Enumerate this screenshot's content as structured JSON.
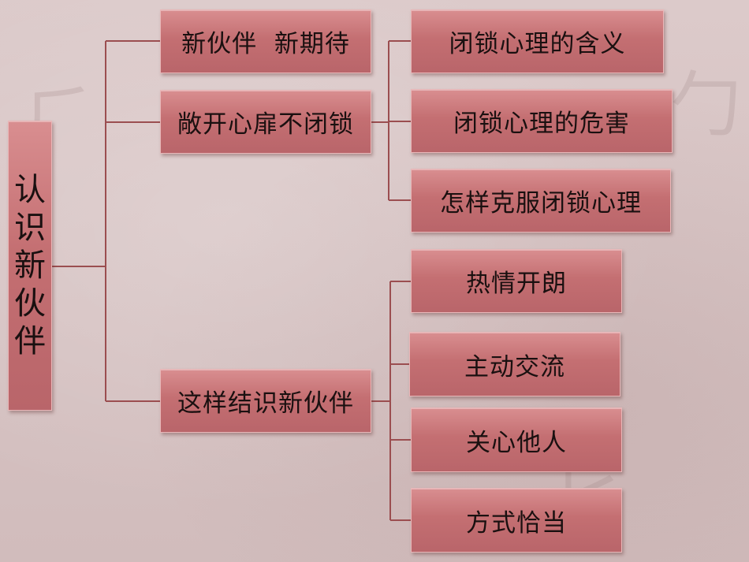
{
  "root": {
    "chars": [
      "认",
      "识",
      "新",
      "伙",
      "伴"
    ]
  },
  "level1": [
    {
      "label": "新伙伴  新期待"
    },
    {
      "label": "敞开心扉不闭锁"
    },
    {
      "label": "这样结识新伙伴"
    }
  ],
  "level2_group_a": [
    {
      "label": "闭锁心理的含义"
    },
    {
      "label": "闭锁心理的危害"
    },
    {
      "label": "怎样克服闭锁心理"
    }
  ],
  "level2_group_b": [
    {
      "label": "热情开朗"
    },
    {
      "label": "主动交流"
    },
    {
      "label": "关心他人"
    },
    {
      "label": "方式恰当"
    }
  ],
  "colors": {
    "line": "#9b4e50",
    "box": "#c46f72",
    "background": "#d6c3c3"
  }
}
